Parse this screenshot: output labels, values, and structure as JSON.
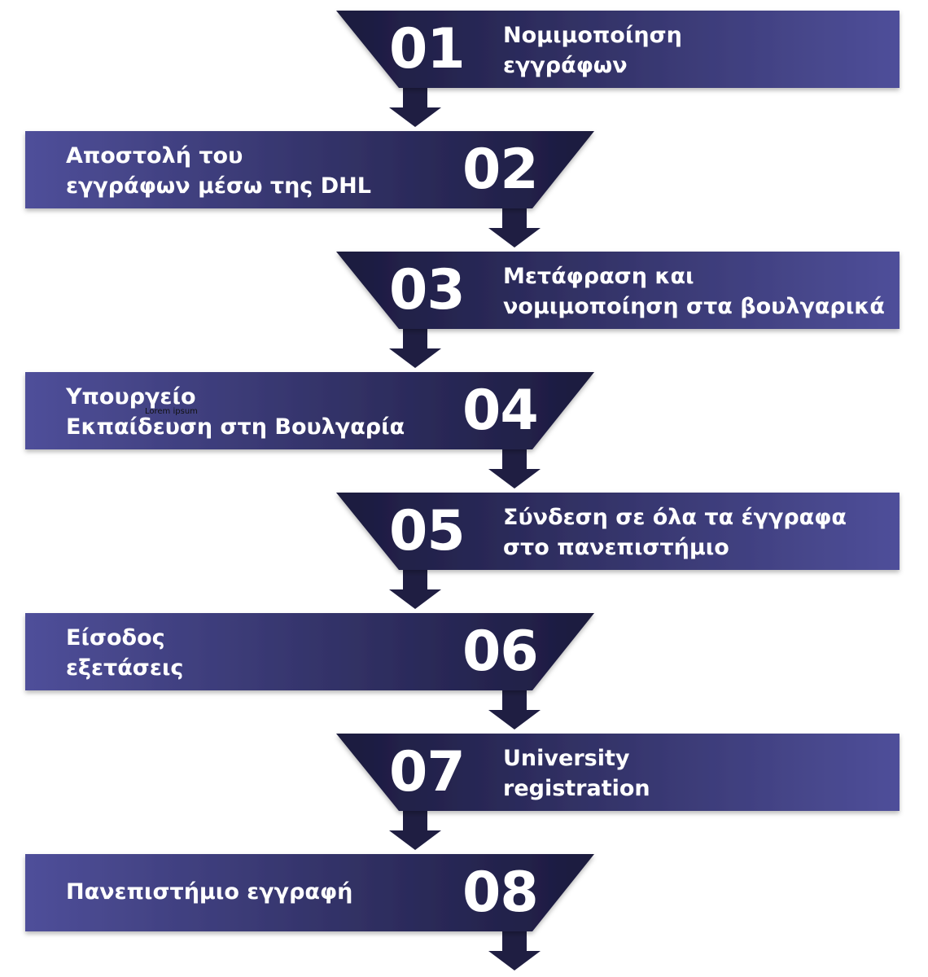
{
  "colors": {
    "dark": "#1b1a3d",
    "light": "#4f4f9a",
    "arrow": "#1f1e42"
  },
  "steps": [
    {
      "number": "01",
      "lines": [
        "Νομιμοποίηση",
        "εγγράφων"
      ]
    },
    {
      "number": "02",
      "lines": [
        "Αποστολή του",
        "εγγράφων μέσω της DHL"
      ]
    },
    {
      "number": "03",
      "lines": [
        "Μετάφραση και",
        "νομιμοποίηση στα βουλγαρικά"
      ]
    },
    {
      "number": "04",
      "lines": [
        "Υπουργείο",
        "Εκπαίδευση στη Βουλγαρία"
      ]
    },
    {
      "number": "05",
      "lines": [
        "Σύνδεση σε όλα τα έγγραφα",
        "στο πανεπιστήμιο"
      ]
    },
    {
      "number": "06",
      "lines": [
        "Είσοδος",
        "εξετάσεις"
      ]
    },
    {
      "number": "07",
      "lines": [
        "University",
        "registration"
      ]
    },
    {
      "number": "08",
      "lines": [
        "Πανεπιστήμιο εγγραφή"
      ]
    }
  ],
  "note": "Lorem ipsum"
}
